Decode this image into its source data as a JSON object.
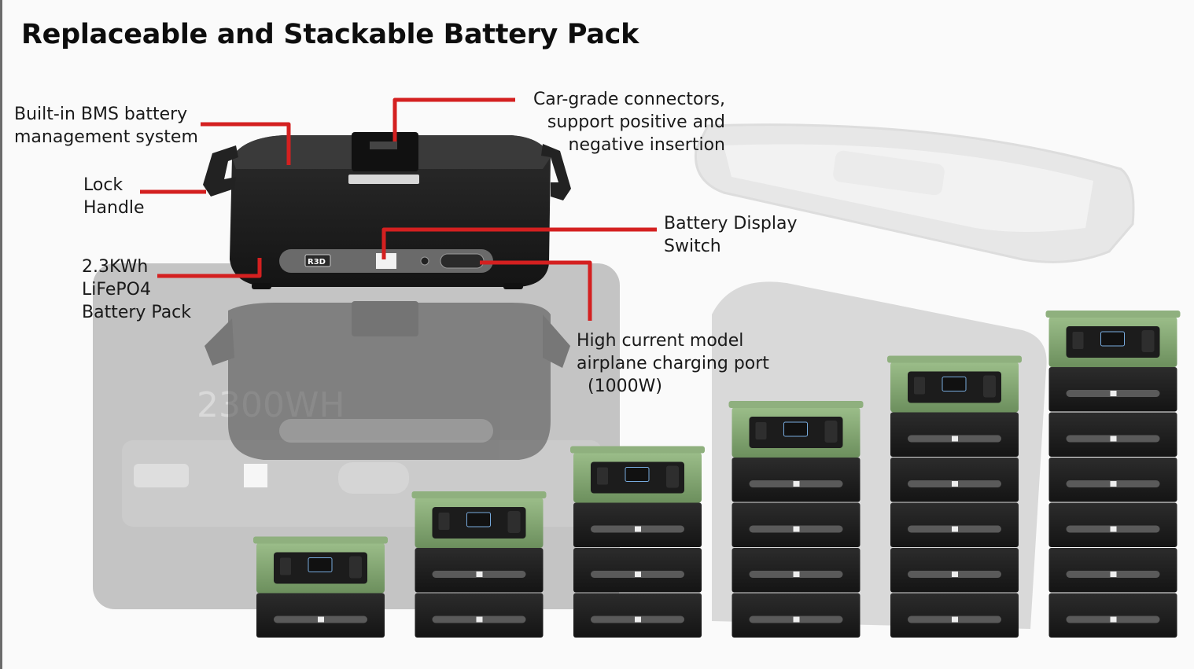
{
  "slide": {
    "title": "Replaceable and Stackable Battery Pack"
  },
  "callouts": {
    "bms": [
      "Built-in BMS battery",
      "management system"
    ],
    "lock": [
      "Lock",
      "Handle"
    ],
    "pack": [
      "2.3KWh",
      "LiFePO4",
      "Battery Pack"
    ],
    "connectors": [
      "Car-grade connectors,",
      "support positive and",
      "negative insertion"
    ],
    "display": [
      "Battery Display",
      "Switch"
    ],
    "port": [
      "High current model",
      "airplane charging port",
      "(1000W)"
    ]
  },
  "product": {
    "brand_badge": "R3D",
    "background_capacity": "2300WH"
  },
  "stack": {
    "battery_counts": [
      1,
      2,
      3,
      4,
      5,
      6
    ]
  },
  "colors": {
    "leader_line": "#d42020",
    "unit_green": "#7fa36f",
    "battery_body": "#1f1f1f"
  }
}
